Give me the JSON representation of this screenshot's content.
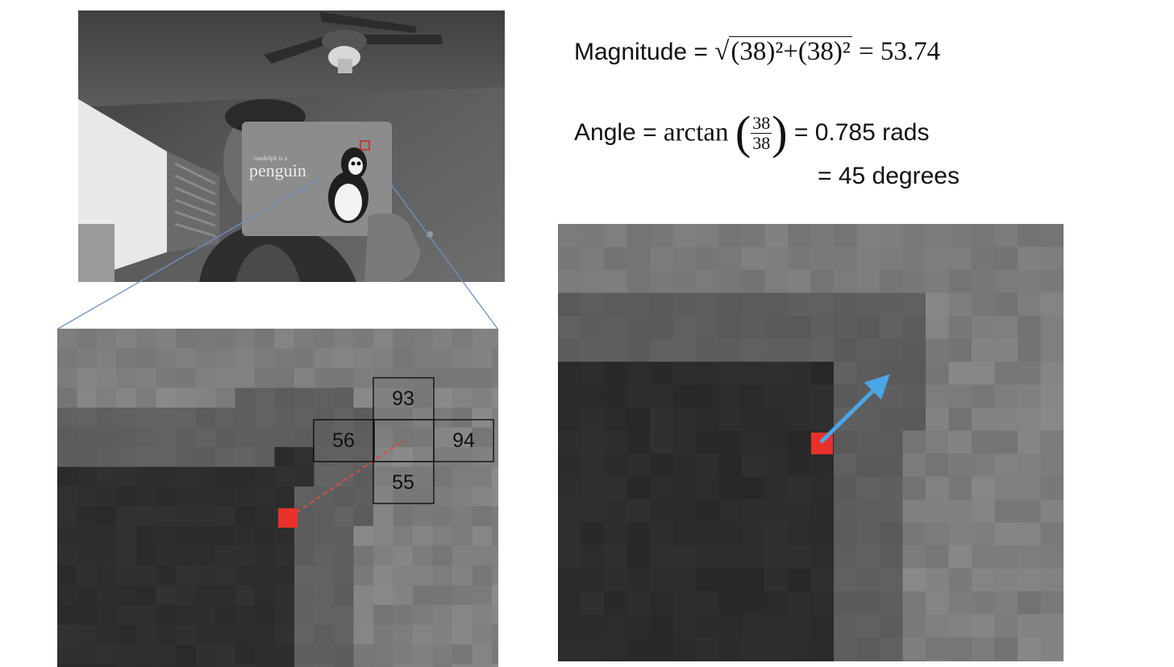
{
  "photo": {
    "book_line1": "randolph is a",
    "book_line2": "penguin"
  },
  "neighbors": {
    "top": "93",
    "left": "56",
    "right": "94",
    "bottom": "55"
  },
  "magnitude": {
    "label": "Magnitude = ",
    "expr": "(38)²+(38)²",
    "result": " = 53.74"
  },
  "angle": {
    "label": "Angle = ",
    "func": "arctan",
    "numerator": "38",
    "denominator": "38",
    "result_rads": " = 0.785 rads",
    "result_degrees": "= 45 degrees"
  },
  "colors": {
    "highlight_red": "#e8312a",
    "arrow_blue": "#4aa6e6",
    "connector_blue": "#6b93c4"
  }
}
